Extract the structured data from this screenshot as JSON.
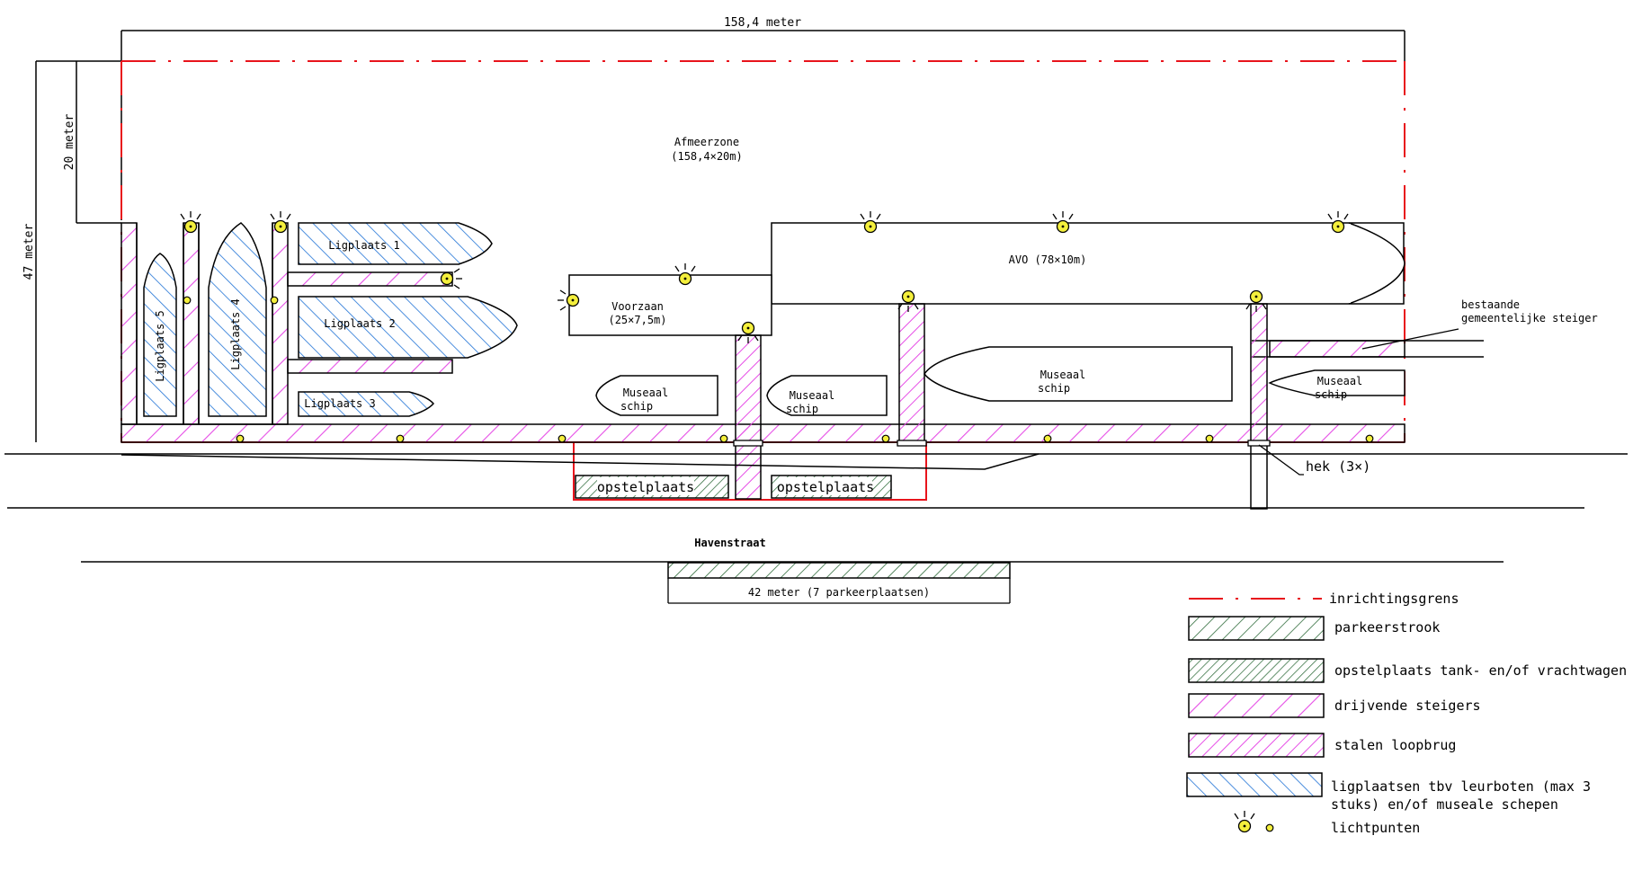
{
  "dimensions": {
    "width_label": "158,4  meter",
    "height_label": "47 meter",
    "zone_height_label": "20 meter",
    "parking_label": "42 meter (7 parkeerplaatsen)"
  },
  "zones": {
    "mooring_zone_title": "Afmeerzone",
    "mooring_zone_size": "(158,4×20m)",
    "avo": "AVO (78×10m)",
    "voorzaan_title": "Voorzaan",
    "voorzaan_size": "(25×7,5m)",
    "berth1": "Ligplaats 1",
    "berth2": "Ligplaats 2",
    "berth3": "Ligplaats 3",
    "berth4": "Ligplaats 4",
    "berth5": "Ligplaats 5",
    "museum_word1": "Museaal",
    "museum_word2": "schip",
    "staging": "opstelplaats",
    "street": "Havenstraat",
    "existing_pier_line1": "bestaande",
    "existing_pier_line2": "gemeentelijke steiger",
    "gate": "hek (3×)"
  },
  "legend": {
    "boundary": "inrichtingsgrens",
    "parking_strip": "parkeerstrook",
    "staging_area": "opstelplaats tank- en/of vrachtwagen",
    "floating_piers": "drijvende steigers",
    "steel_bridge": "stalen loopbrug",
    "berths_line1": "ligplaatsen tbv leurboten (max 3",
    "berths_line2": "stuks) en/of museale schepen",
    "lights": "lichtpunten"
  },
  "colors": {
    "boundary": "#e8141c",
    "pier_hatch": "#e64ee6",
    "berth_hatch": "#2d7bd8",
    "parking_hatch": "#2e6b3a",
    "light_fill": "#f4ef3c"
  }
}
